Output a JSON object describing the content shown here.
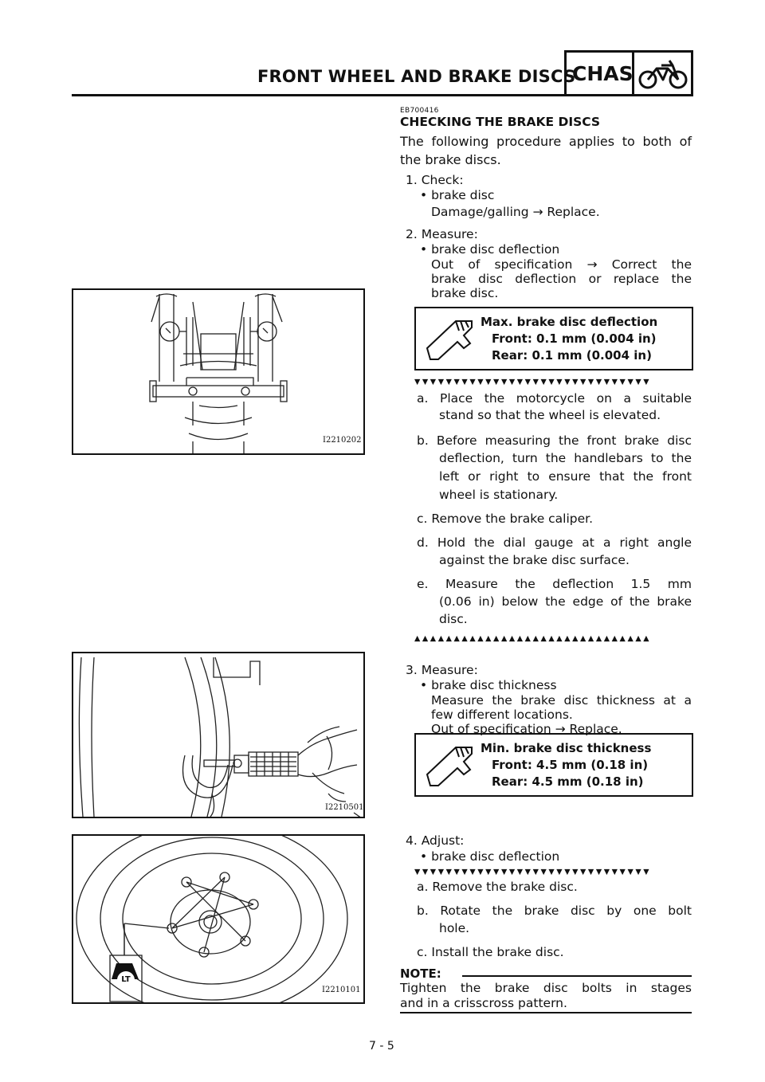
{
  "header": {
    "title": "FRONT WHEEL AND BRAKE DISCS",
    "section_code": "CHAS",
    "icon": "motorcycle-icon"
  },
  "section": {
    "code": "EB700416",
    "heading": "CHECKING THE BRAKE DISCS",
    "intro_1": "The following procedure applies to both of",
    "intro_2": "the brake discs."
  },
  "step1": {
    "label": "1. Check:",
    "item": "• brake disc",
    "detail": "Damage/galling → Replace."
  },
  "step2": {
    "label": "2. Measure:",
    "item": "• brake disc deflection",
    "detail_1": "Out of specification → Correct the",
    "detail_2": "brake disc deflection or replace the",
    "detail_3": "brake disc.",
    "spec": {
      "title": "Max. brake disc deflection",
      "front": "Front: 0.1 mm (0.004 in)",
      "rear": "Rear: 0.1 mm (0.004 in)"
    },
    "substeps": [
      {
        "lines": [
          "a. Place the motorcycle on a suitable",
          "stand so that the wheel is elevated."
        ]
      },
      {
        "lines": [
          "b. Before measuring the front brake disc",
          "deflection, turn the handlebars to the",
          "left or right to ensure that the front",
          "wheel is stationary."
        ]
      },
      {
        "lines": [
          "c. Remove the brake caliper."
        ]
      },
      {
        "lines": [
          "d. Hold the dial gauge at a right angle",
          "against the brake disc surface."
        ]
      },
      {
        "lines": [
          "e. Measure the deflection 1.5 mm",
          "(0.06 in) below the edge of the brake",
          "disc."
        ]
      }
    ]
  },
  "step3": {
    "label": "3. Measure:",
    "item": "• brake disc thickness",
    "detail_1": "Measure the brake disc thickness at a",
    "detail_2": "few different locations.",
    "detail_3": "Out of specification → Replace.",
    "spec": {
      "title": "Min. brake disc thickness",
      "front": "Front: 4.5 mm (0.18 in)",
      "rear": "Rear: 4.5 mm (0.18 in)"
    }
  },
  "step4": {
    "label": "4. Adjust:",
    "item": "• brake disc deflection",
    "substeps": [
      {
        "lines": [
          "a. Remove the brake disc."
        ]
      },
      {
        "lines": [
          "b. Rotate the brake disc by one bolt",
          "hole."
        ]
      },
      {
        "lines": [
          "c. Install the brake disc."
        ]
      }
    ],
    "note_label": "NOTE:",
    "note_1": "Tighten the brake disc bolts in stages",
    "note_2": "and in a crisscross pattern."
  },
  "figures": {
    "fig1_code": "I2210202",
    "fig2_code": "I2210501",
    "fig3_code": "I2210101",
    "fig3_badge": "LT"
  },
  "triangle_row_down": "▼▼▼▼▼▼▼▼▼▼▼▼▼▼▼▼▼▼▼▼▼▼▼▼▼▼▼▼▼▼",
  "triangle_row_up": "▲▲▲▲▲▲▲▲▲▲▲▲▲▲▲▲▲▲▲▲▲▲▲▲▲▲▲▲▲▲",
  "page_number": "7 - 5"
}
